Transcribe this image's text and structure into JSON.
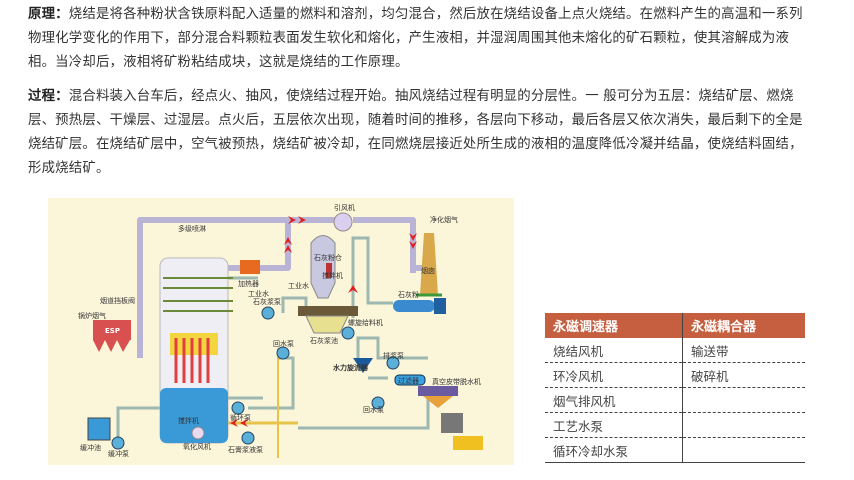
{
  "principle": {
    "label": "原理：",
    "text": "烧结是将各种粉状含铁原料配入适量的燃料和溶剂，均匀混合，然后放在烧结设备上点火烧结。在燃料产生的高温和一系列物理化学变化的作用下，部分混合料颗粒表面发生软化和熔化，产生液相，并湿润周围其他未熔化的矿石颗粒，使其溶解成为液相。当冷却后，液相将矿粉粘结成块，这就是烧结的工作原理。"
  },
  "process": {
    "label": "过程：",
    "text": "混合料装入台车后，经点火、抽风，使烧结过程开始。抽风烧结过程有明显的分层性。一 般可分为五层：烧结矿层、燃烧层、预热层、干燥层、过湿层。点火后，五层依次出现，随着时间的推移，各层向下移动，最后各层又依次消失，最后剩下的全是烧结矿层。在烧结矿层中，空气被预热，烧结矿被冷却，在同燃烧层接近处所生成的液相的温度降低冷凝并结晶，使烧结料固结，形成烧结矿。"
  },
  "diagram": {
    "labels": {
      "spray": "多级喷淋",
      "heater": "加热器",
      "industrial_water": "工业水",
      "damper": "烟道挡板阀",
      "boiler_gas": "锅炉烟气",
      "esp": "ESP",
      "fan": "引风机",
      "clean_gas": "净化烟气",
      "lime_silo": "石灰粉仓",
      "chimney": "烟囱",
      "mixer": "搅拌机",
      "industrial_water2": "工业水",
      "lime_powder": "石灰粉",
      "screw_feeder": "螺旋给料机",
      "lime_pool": "石灰浆池",
      "lime_pump": "石灰浆泵",
      "return_pump": "回水泵",
      "discharge_pump": "排浆泵",
      "cyclone": "水力旋流器",
      "filter": "过滤器",
      "belt_filter": "真空皮带脱水机",
      "return_pump2": "回水泵",
      "circ_pump": "循环泵",
      "mixer2": "搅拌机",
      "oxidation_fan": "氧化风机",
      "buffer_pool": "缓冲池",
      "buffer_pump": "缓冲泵",
      "gypsum_pump": "石膏浆液泵"
    }
  },
  "table": {
    "headers": [
      "永磁调速器",
      "永磁耦合器"
    ],
    "rows": [
      [
        "烧结风机",
        "输送带"
      ],
      [
        "环冷风机",
        "破碎机"
      ],
      [
        "烟气排风机",
        ""
      ],
      [
        "工艺水泵",
        ""
      ],
      [
        "循环冷却水泵",
        ""
      ]
    ],
    "header_color": "#c55f40"
  }
}
